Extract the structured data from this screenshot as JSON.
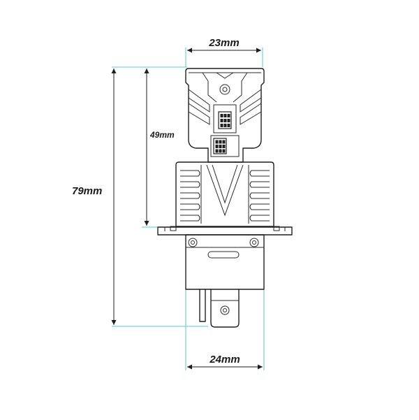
{
  "labels": {
    "top_width": "23mm",
    "bottom_width": "24mm",
    "total_height": "79mm",
    "led_height": "49mm"
  },
  "colors": {
    "extension_line": "#55c8d8",
    "line": "#1f1f1f"
  }
}
